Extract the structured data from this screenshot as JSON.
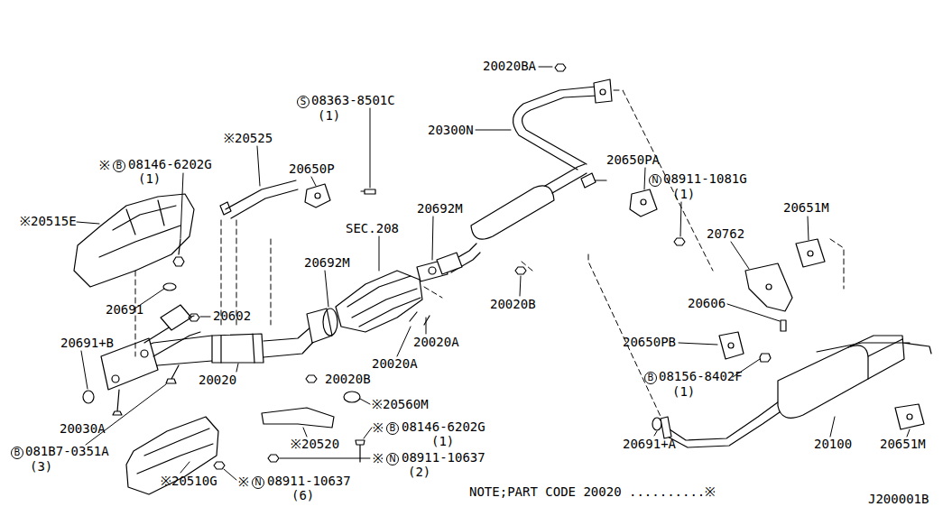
{
  "diagram": {
    "labels": [
      "20020BA",
      "20300N",
      "S",
      "08363-8501C",
      "(1)",
      "※20525",
      "※",
      "B",
      "08146-6202G",
      "(1)",
      "20650P",
      "20650PA",
      "N",
      "08911-1081G",
      "(1)",
      "20692M",
      "SEC.208",
      "20651M",
      "20762",
      "※20515E",
      "20692M",
      "20691",
      "20602",
      "20020B",
      "20606",
      "20020A",
      "20691+B",
      "20650PB",
      "20020A",
      "B",
      "08156-8402F",
      "(1)",
      "20020",
      "20020B",
      "※20560M",
      "20030A",
      "※",
      "B",
      "08146-6202G",
      "(1)",
      "B",
      "081B7-0351A",
      "(3)",
      "※20520",
      "※",
      "N",
      "08911-10637",
      "(2)",
      "20691+A",
      "20100",
      "※20510G",
      "20651M",
      "※",
      "N",
      "08911-10637",
      "(6)",
      "NOTE;PART CODE 20020 ..........※",
      "J200001B"
    ]
  }
}
